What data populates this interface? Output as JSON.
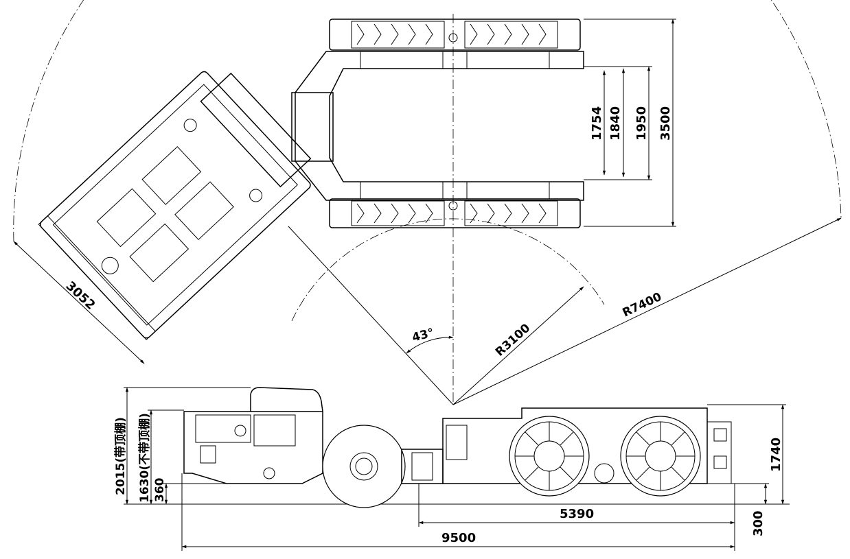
{
  "dimensions": {
    "width_3052": "3052",
    "r7400": "R7400",
    "r3100": "R3100",
    "angle_43": "43°",
    "width_3500": "3500",
    "width_1950": "1950",
    "width_1840": "1840",
    "width_1754": "1754",
    "height_1740": "1740",
    "height_300": "300",
    "length_5390": "5390",
    "length_9500": "9500",
    "height_2015": "2015(带顶棚)",
    "height_1630": "1630(不带顶棚)",
    "height_360": "360"
  },
  "colors": {
    "line": "#000000",
    "background": "#ffffff"
  }
}
